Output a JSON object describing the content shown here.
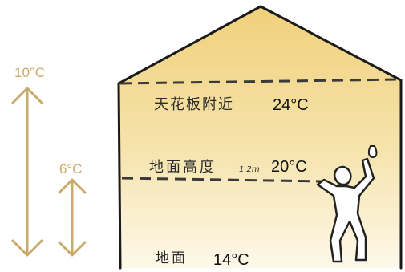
{
  "colors": {
    "warm_top": "#f0d07a",
    "warm_bottom": "#fdf8ea",
    "outline": "#1a1a1a",
    "dash": "#3a3a3a",
    "range_arrow": "#c8ab6a",
    "person_outline": "#222222"
  },
  "ranges": {
    "large": {
      "label": "10°C"
    },
    "small": {
      "label": "6°C"
    }
  },
  "levels": {
    "ceiling": {
      "label": "天花板附近",
      "temp": "24°C"
    },
    "head": {
      "label": "地面高度",
      "height_note": "1.2m",
      "temp": "20°C"
    },
    "floor": {
      "label": "地面",
      "temp": "14°C"
    }
  },
  "icons": {
    "person": "standing-person-icon",
    "sweat": "sweat-drop-icon"
  }
}
